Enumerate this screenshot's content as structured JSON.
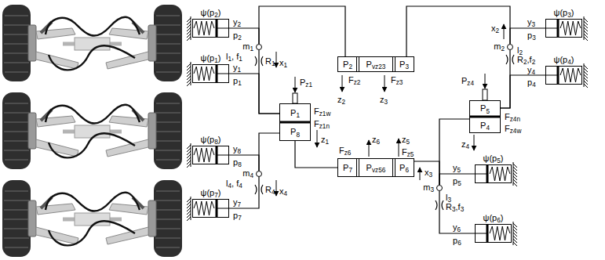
{
  "diagram": {
    "nodes": [
      {
        "text": [
          "ψ(p2)"
        ]
      },
      {
        "text": [
          "ψ(p1)"
        ]
      },
      {
        "text": [
          "ψ(p8)"
        ]
      },
      {
        "text": [
          "ψ(p7)"
        ]
      },
      {
        "text": [
          "ψ(p3)"
        ]
      },
      {
        "text": [
          "ψ(p4)"
        ]
      },
      {
        "text": [
          "ψ(p5)"
        ]
      },
      {
        "text": [
          "ψ(p6)"
        ]
      },
      {
        "text": [
          "P2",
          "Pvz23",
          "P3"
        ]
      },
      {
        "text": [
          "P7",
          "Pvz56",
          "P6"
        ]
      },
      {
        "text": [
          "P1",
          "P8"
        ]
      },
      {
        "text": [
          "P5",
          "P4"
        ]
      },
      {
        "text": [
          "m1"
        ]
      },
      {
        "text": [
          "m4"
        ]
      },
      {
        "text": [
          "m2"
        ]
      },
      {
        "text": [
          "m3"
        ]
      }
    ],
    "edges": [
      {
        "from": 0,
        "to": 12,
        "arrow": "none"
      },
      {
        "from": 12,
        "to": 8,
        "arrow": "none"
      },
      {
        "from": 12,
        "to": 10,
        "arrow": "none"
      },
      {
        "from": 1,
        "to": 10,
        "arrow": "none"
      },
      {
        "from": 10,
        "to": 13,
        "arrow": "none"
      },
      {
        "from": 2,
        "to": 13,
        "arrow": "none"
      },
      {
        "from": 13,
        "to": 3,
        "arrow": "none"
      },
      {
        "from": 10,
        "to": 9,
        "arrow": "none"
      },
      {
        "from": 4,
        "to": 14,
        "arrow": "none"
      },
      {
        "from": 14,
        "to": 8,
        "arrow": "none"
      },
      {
        "from": 14,
        "to": 11,
        "arrow": "none"
      },
      {
        "from": 5,
        "to": 11,
        "arrow": "none"
      },
      {
        "from": 11,
        "to": 15,
        "arrow": "none"
      },
      {
        "from": 9,
        "to": 15,
        "arrow": "none"
      },
      {
        "from": 6,
        "to": 15,
        "arrow": "none"
      },
      {
        "from": 15,
        "to": 7,
        "arrow": "none"
      }
    ],
    "labels": [
      "y2",
      "p2",
      "l1, f1",
      "R1",
      "x1",
      "y1",
      "p1",
      "Pz1",
      "Fz1w",
      "Fz1n",
      "z1",
      "y8",
      "p8",
      "l4, f4",
      "R4",
      "x4",
      "y7",
      "p7",
      "Fz2",
      "z2",
      "Fz3",
      "z3",
      "Fz6",
      "z6",
      "Fz5",
      "z5",
      "x2",
      "l2",
      "R2,f2",
      "y3",
      "p3",
      "y4",
      "p4",
      "Pz4",
      "Fz4n",
      "Fz4w",
      "z4",
      "x3",
      "l3",
      "R3,f3",
      "y5",
      "p5",
      "y6",
      "p6"
    ]
  }
}
